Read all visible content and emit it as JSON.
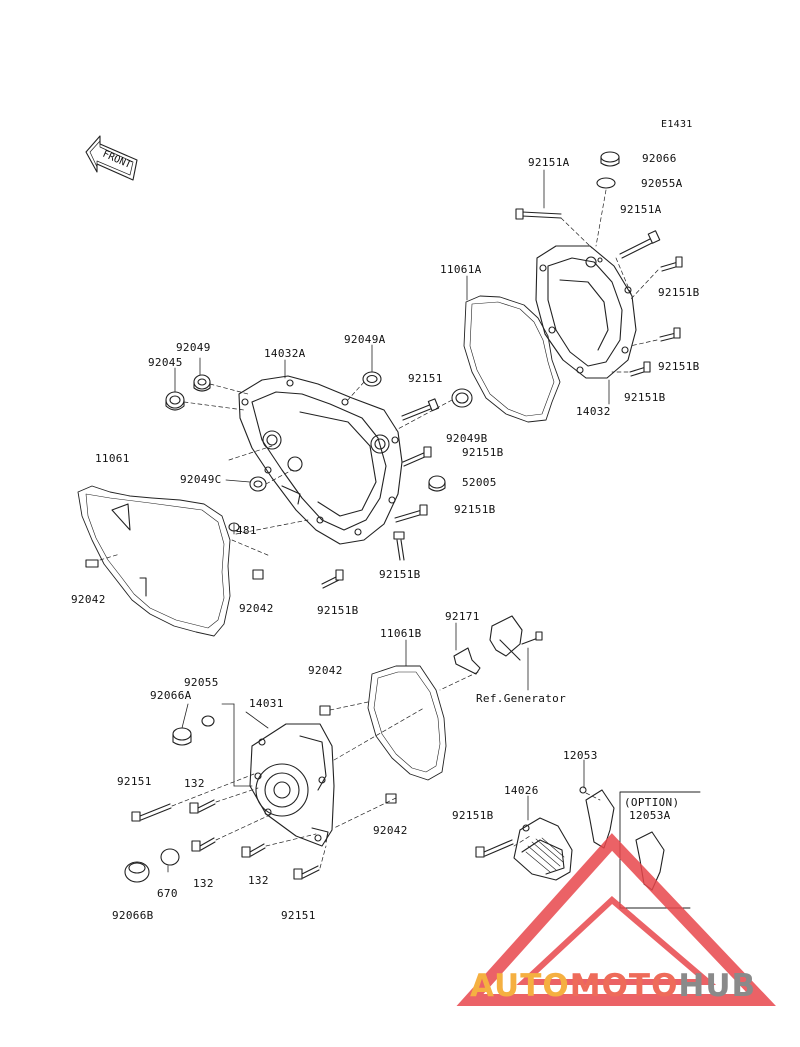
{
  "diagram": {
    "code": "E1431",
    "front_label": "FRONT",
    "ref_note": "Ref.Generator",
    "option_label": "(OPTION)",
    "labels": [
      {
        "id": "lbl-92151A-top",
        "text": "92151A"
      },
      {
        "id": "lbl-92066",
        "text": "92066"
      },
      {
        "id": "lbl-92055A",
        "text": "92055A"
      },
      {
        "id": "lbl-92151A-mid",
        "text": "92151A"
      },
      {
        "id": "lbl-11061A",
        "text": "11061A"
      },
      {
        "id": "lbl-92151B-1",
        "text": "92151B"
      },
      {
        "id": "lbl-92151B-2",
        "text": "92151B"
      },
      {
        "id": "lbl-92151B-3",
        "text": "92151B"
      },
      {
        "id": "lbl-14032",
        "text": "14032"
      },
      {
        "id": "lbl-92049",
        "text": "92049"
      },
      {
        "id": "lbl-92045",
        "text": "92045"
      },
      {
        "id": "lbl-14032A",
        "text": "14032A"
      },
      {
        "id": "lbl-92049A",
        "text": "92049A"
      },
      {
        "id": "lbl-92151",
        "text": "92151"
      },
      {
        "id": "lbl-92049B",
        "text": "92049B"
      },
      {
        "id": "lbl-92151B-4",
        "text": "92151B"
      },
      {
        "id": "lbl-52005",
        "text": "52005"
      },
      {
        "id": "lbl-92151B-5",
        "text": "92151B"
      },
      {
        "id": "lbl-11061",
        "text": "11061"
      },
      {
        "id": "lbl-92049C",
        "text": "92049C"
      },
      {
        "id": "lbl-481",
        "text": "481"
      },
      {
        "id": "lbl-92042-left",
        "text": "92042"
      },
      {
        "id": "lbl-92042-mid",
        "text": "92042"
      },
      {
        "id": "lbl-92151B-6",
        "text": "92151B"
      },
      {
        "id": "lbl-92151B-7",
        "text": "92151B"
      },
      {
        "id": "lbl-92171",
        "text": "92171"
      },
      {
        "id": "lbl-11061B",
        "text": "11061B"
      },
      {
        "id": "lbl-92042-top",
        "text": "92042"
      },
      {
        "id": "lbl-92055",
        "text": "92055"
      },
      {
        "id": "lbl-92066A",
        "text": "92066A"
      },
      {
        "id": "lbl-14031",
        "text": "14031"
      },
      {
        "id": "lbl-12053",
        "text": "12053"
      },
      {
        "id": "lbl-14026",
        "text": "14026"
      },
      {
        "id": "lbl-12053A",
        "text": "12053A"
      },
      {
        "id": "lbl-92151B-8",
        "text": "92151B"
      },
      {
        "id": "lbl-92151-left",
        "text": "92151"
      },
      {
        "id": "lbl-132-1",
        "text": "132"
      },
      {
        "id": "lbl-92042-bottom",
        "text": "92042"
      },
      {
        "id": "lbl-132-2",
        "text": "132"
      },
      {
        "id": "lbl-132-3",
        "text": "132"
      },
      {
        "id": "lbl-670",
        "text": "670"
      },
      {
        "id": "lbl-92066B",
        "text": "92066B"
      },
      {
        "id": "lbl-92151-bottom",
        "text": "92151"
      }
    ]
  },
  "watermark": {
    "part1": "AUTO",
    "part2": "MOTO",
    "part3": "HUB",
    "colors": {
      "auto": "#f5b041",
      "moto": "#ee6b5a",
      "hub": "#8a8a8a",
      "triangle": "#e8474c"
    }
  }
}
